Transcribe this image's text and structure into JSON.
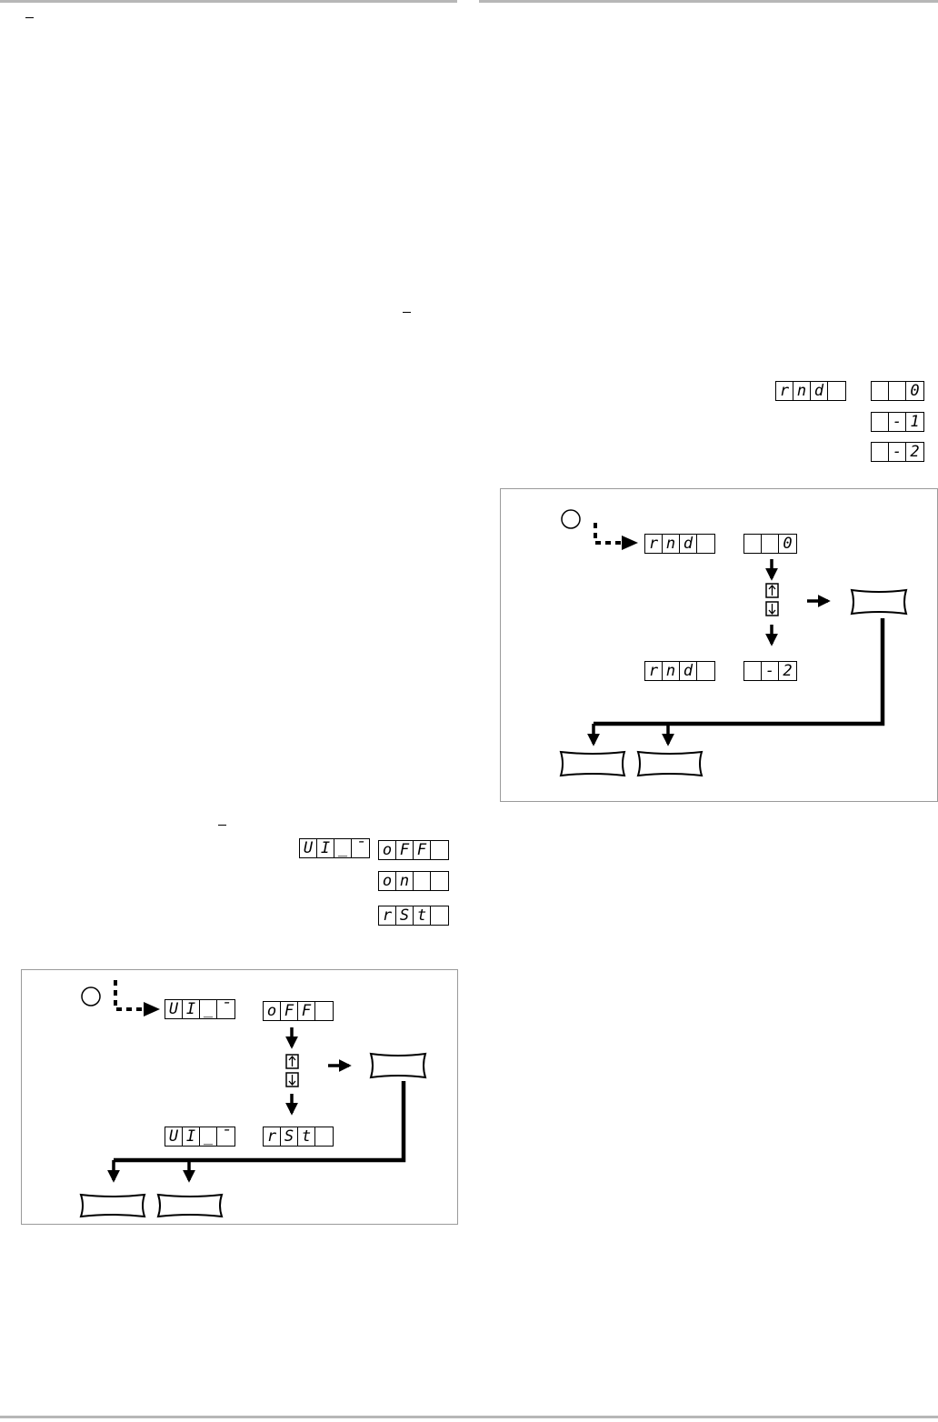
{
  "colors": {
    "rule": "#b7b7b7",
    "panel_border": "#9a9a9a",
    "ink": "#000000"
  },
  "right_column": {
    "rnd_param": {
      "display": [
        "r",
        "n",
        "d",
        ""
      ]
    },
    "rnd_options": [
      {
        "display": [
          "",
          "",
          "0"
        ]
      },
      {
        "display": [
          "",
          "-",
          "1"
        ]
      },
      {
        "display": [
          "",
          "-",
          "2"
        ]
      }
    ],
    "diagram": {
      "start_param": {
        "display": [
          "r",
          "n",
          "d",
          ""
        ]
      },
      "start_value": {
        "display": [
          "",
          "",
          "0"
        ]
      },
      "end_param": {
        "display": [
          "r",
          "n",
          "d",
          ""
        ]
      },
      "end_value": {
        "display": [
          "",
          "-",
          "2"
        ]
      },
      "up_key_icon": "up-arrow-key-icon",
      "down_key_icon": "down-arrow-key-icon"
    }
  },
  "left_column": {
    "ui_param": {
      "display": [
        "U",
        "I",
        "_",
        "¯"
      ]
    },
    "ui_options": [
      {
        "display": [
          "o",
          "F",
          "F",
          ""
        ]
      },
      {
        "display": [
          "o",
          "n",
          "",
          ""
        ]
      },
      {
        "display": [
          "r",
          "S",
          "t",
          ""
        ]
      }
    ],
    "diagram": {
      "start_param": {
        "display": [
          "U",
          "I",
          "_",
          "¯"
        ]
      },
      "start_value": {
        "display": [
          "o",
          "F",
          "F",
          ""
        ]
      },
      "end_param": {
        "display": [
          "U",
          "I",
          "_",
          "¯"
        ]
      },
      "end_value": {
        "display": [
          "r",
          "S",
          "t",
          ""
        ]
      },
      "up_key_icon": "up-arrow-key-icon",
      "down_key_icon": "down-arrow-key-icon"
    }
  }
}
